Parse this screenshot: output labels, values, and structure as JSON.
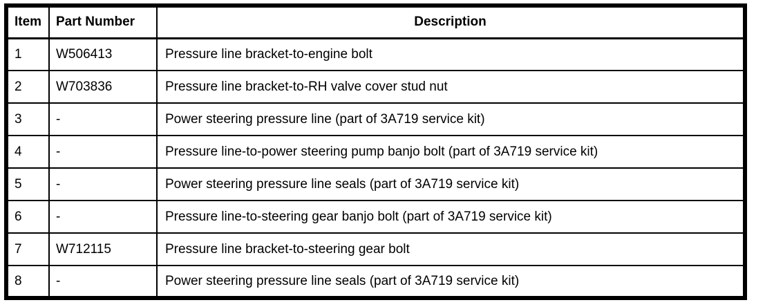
{
  "table": {
    "headers": {
      "item": "Item",
      "part_number": "Part Number",
      "description": "Description"
    },
    "rows": [
      {
        "item": "1",
        "part_number": "W506413",
        "description": "Pressure line bracket-to-engine bolt"
      },
      {
        "item": "2",
        "part_number": "W703836",
        "description": "Pressure line bracket-to-RH valve cover stud nut"
      },
      {
        "item": "3",
        "part_number": "-",
        "description": "Power steering pressure line (part of 3A719 service kit)"
      },
      {
        "item": "4",
        "part_number": "-",
        "description": "Pressure line-to-power steering pump banjo bolt (part of 3A719 service kit)"
      },
      {
        "item": "5",
        "part_number": "-",
        "description": "Power steering pressure line seals (part of 3A719 service kit)"
      },
      {
        "item": "6",
        "part_number": "-",
        "description": "Pressure line-to-steering gear banjo bolt (part of 3A719 service kit)"
      },
      {
        "item": "7",
        "part_number": "W712115",
        "description": "Pressure line bracket-to-steering gear bolt"
      },
      {
        "item": "8",
        "part_number": "-",
        "description": "Power steering pressure line seals (part of 3A719 service kit)"
      }
    ],
    "colors": {
      "border": "#000000",
      "background": "#ffffff",
      "text": "#000000"
    }
  }
}
